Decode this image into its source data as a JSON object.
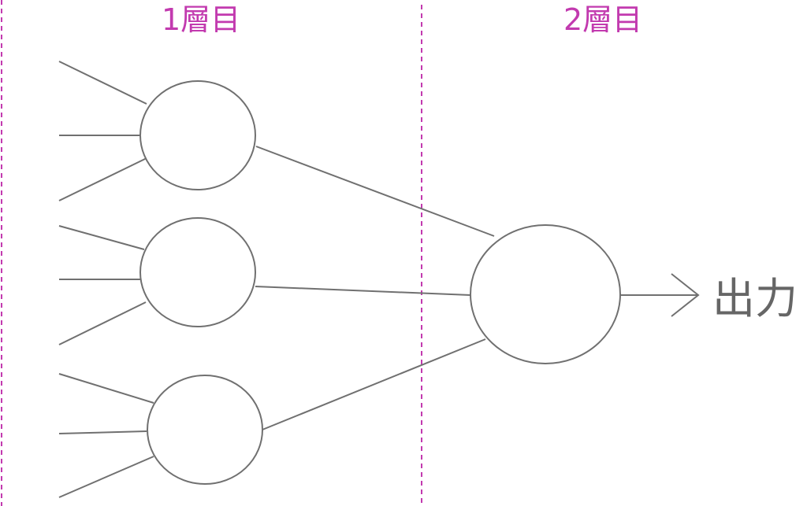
{
  "layers": {
    "layer1_label": "1層目",
    "layer2_label": "2層目"
  },
  "output": {
    "label": "出力"
  },
  "colors": {
    "accent": "#c23aaf",
    "line": "#707070",
    "text": "#666666",
    "node_fill": "#ffffff"
  },
  "icons": {
    "output_arrow": "arrow-right-icon"
  }
}
